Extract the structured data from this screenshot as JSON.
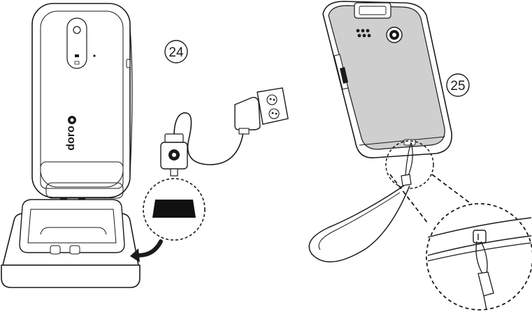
{
  "steps": [
    {
      "number": "24"
    },
    {
      "number": "25"
    }
  ],
  "phone": {
    "brand_logo_text": "doro"
  },
  "colors": {
    "line": "#1a1a1a",
    "back_cover": "#cfcfcf",
    "fill": "#ffffff",
    "slot": "#111111"
  }
}
